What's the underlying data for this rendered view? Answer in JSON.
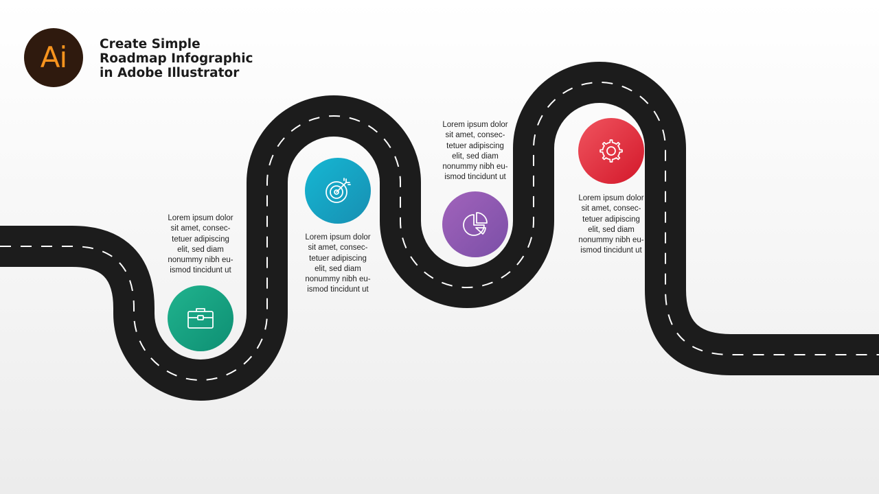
{
  "logo": {
    "text": "Ai"
  },
  "title": {
    "line1": "Create Simple",
    "line2": "Roadmap Infographic",
    "line3": "in Adobe Illustrator"
  },
  "colors": {
    "road": "#1c1c1c",
    "lane_marking": "#ffffff",
    "logo_bg": "#2f1a0e",
    "logo_text": "#f7941e",
    "step1": "#17a282",
    "step2": "#16a6c6",
    "step3": "#8f59b1",
    "step4": "#e2323f"
  },
  "steps": [
    {
      "icon": "briefcase-icon",
      "lines": [
        "Lorem ipsum dolor",
        "sit amet, consec-",
        "tetuer adipiscing",
        "elit, sed diam",
        "nonummy nibh eu-",
        "ismod tincidunt ut"
      ]
    },
    {
      "icon": "target-icon",
      "lines": [
        "Lorem ipsum dolor",
        "sit amet, consec-",
        "tetuer adipiscing",
        "elit, sed diam",
        "nonummy nibh eu-",
        "ismod tincidunt ut"
      ]
    },
    {
      "icon": "pie-chart-icon",
      "lines": [
        "Lorem ipsum dolor",
        "sit amet, consec-",
        "tetuer adipiscing",
        "elit, sed diam",
        "nonummy nibh eu-",
        "ismod tincidunt ut"
      ]
    },
    {
      "icon": "gear-icon",
      "lines": [
        "Lorem ipsum dolor",
        "sit amet, consec-",
        "tetuer adipiscing",
        "elit, sed diam",
        "nonummy nibh eu-",
        "ismod tincidunt ut"
      ]
    }
  ]
}
